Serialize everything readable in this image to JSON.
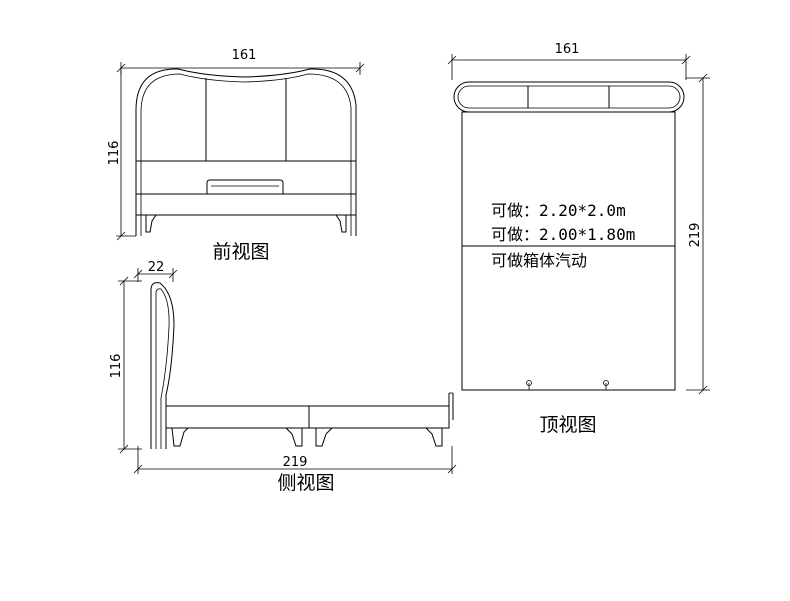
{
  "front_view": {
    "title": "前视图",
    "width_label": "161",
    "height_label": "116"
  },
  "side_view": {
    "title": "侧视图",
    "headboard_depth_label": "22",
    "height_label": "116",
    "length_label": "219"
  },
  "top_view": {
    "title": "顶视图",
    "width_label": "161",
    "length_label": "219",
    "notes": [
      "可做：2.20*2.0m",
      "可做：2.00*1.80m",
      "可做箱体汽动"
    ]
  }
}
